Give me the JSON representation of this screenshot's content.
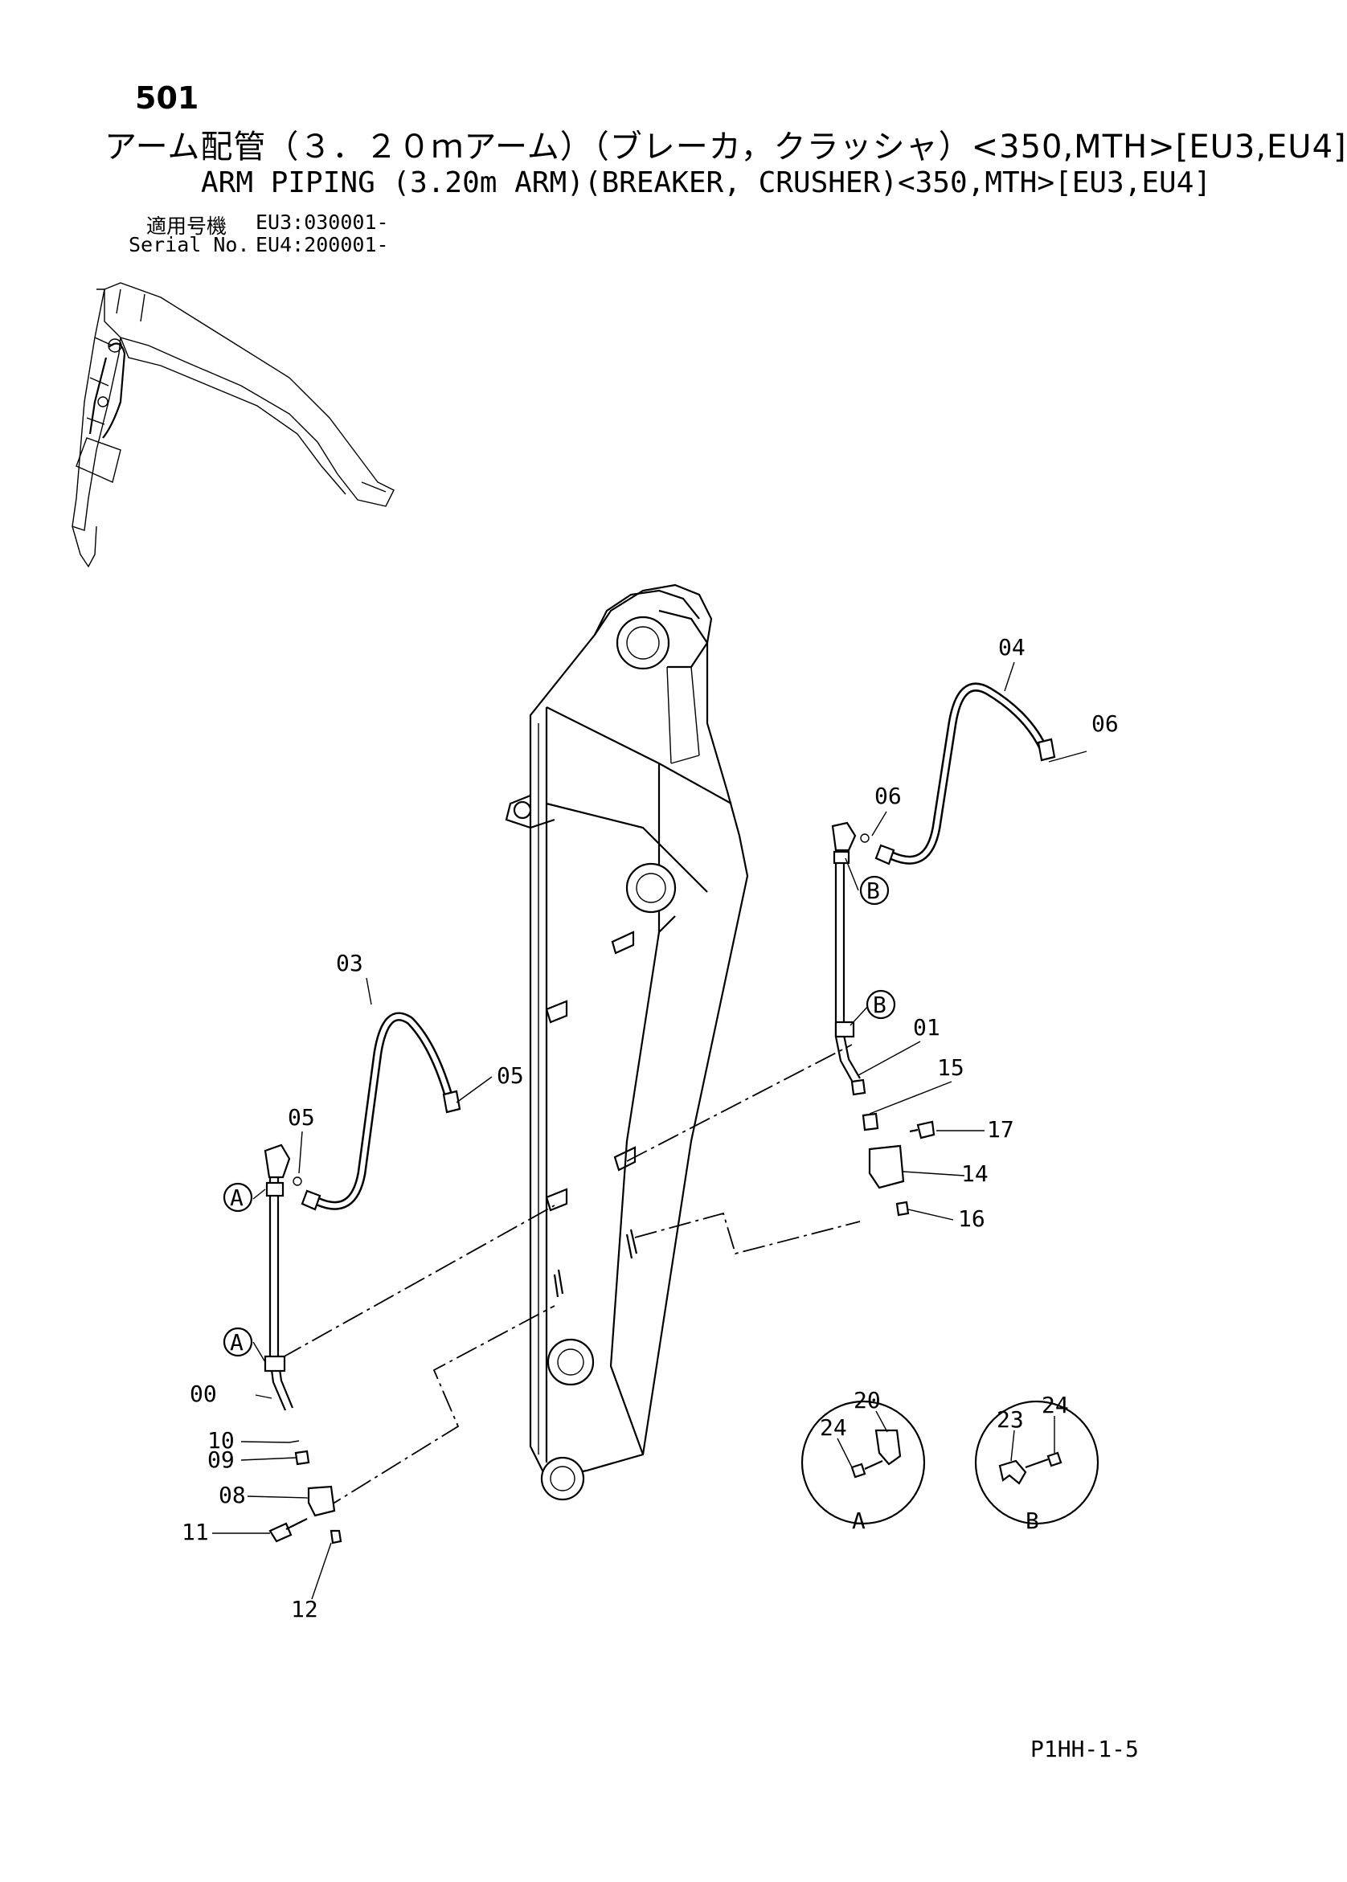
{
  "header": {
    "page_number": "501",
    "title_jp": "アーム配管（３．２０ｍアーム）（ブレーカ，クラッシャ）<350,MTH>[EU3,EU4]",
    "title_en": "ARM PIPING (3.20m ARM)(BREAKER, CRUSHER)<350,MTH>[EU3,EU4]",
    "serial_label_jp": "適用号機",
    "serial_label_en": "Serial No.",
    "serial_eu3": "EU3:030001-",
    "serial_eu4": "EU4:200001-"
  },
  "part_labels": {
    "p00": "00",
    "p01": "01",
    "p03": "03",
    "p04": "04",
    "p05a": "05",
    "p05b": "05",
    "p06a": "06",
    "p06b": "06",
    "p08": "08",
    "p09": "09",
    "p10": "10",
    "p11": "11",
    "p12": "12",
    "p14": "14",
    "p15": "15",
    "p16": "16",
    "p17": "17",
    "p20": "20",
    "p23": "23",
    "p24a": "24",
    "p24b": "24"
  },
  "callouts": {
    "a_top": "A",
    "a_bottom": "A",
    "b_top": "B",
    "b_bottom": "B"
  },
  "detail_views": {
    "detail_a_label": "A",
    "detail_b_label": "B"
  },
  "footer": {
    "drawing_code": "P1HH-1-5"
  }
}
